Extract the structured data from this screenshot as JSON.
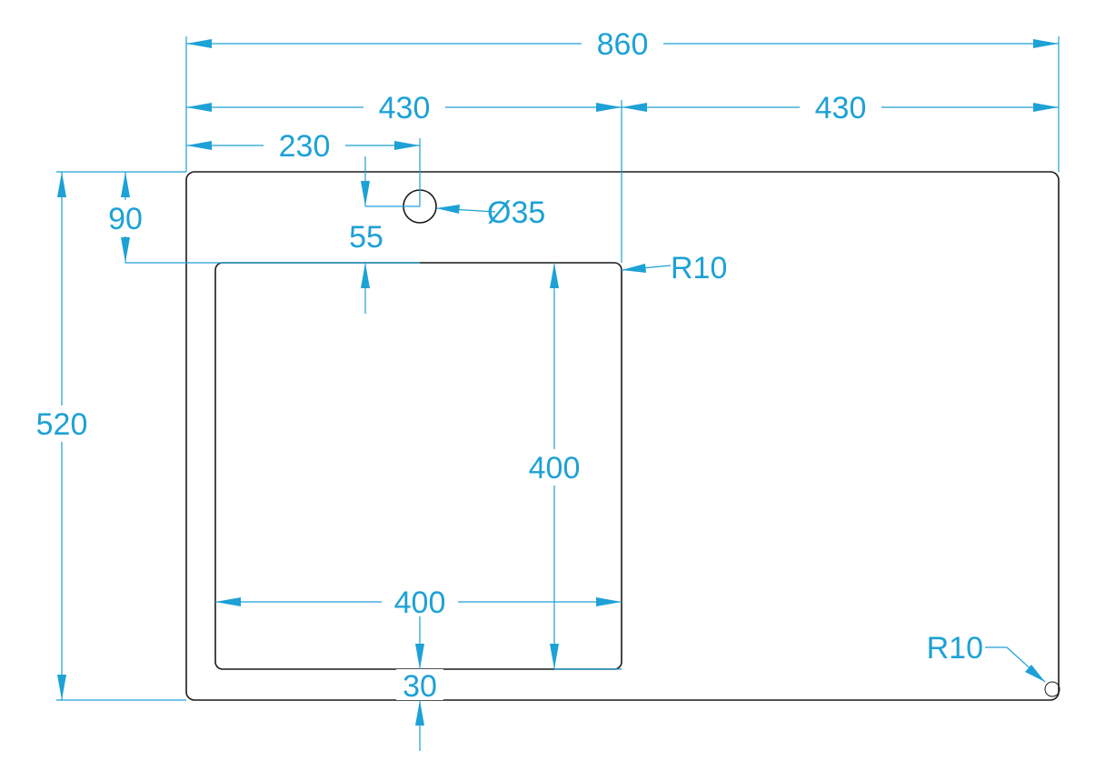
{
  "colors": {
    "dimension": "#1da1d6",
    "outline": "#1a1a1a",
    "background": "#ffffff"
  },
  "dimensions": {
    "overall_width": "860",
    "left_half_width": "430",
    "right_half_width": "430",
    "tap_hole_offset": "230",
    "tap_hole_diameter": "Ø35",
    "tap_hole_from_top": "55",
    "bowl_from_top": "90",
    "overall_depth": "520",
    "bowl_depth": "400",
    "bowl_width": "400",
    "bowl_from_bottom": "30",
    "bowl_corner_radius": "R10",
    "outer_corner_radius": "R10"
  }
}
